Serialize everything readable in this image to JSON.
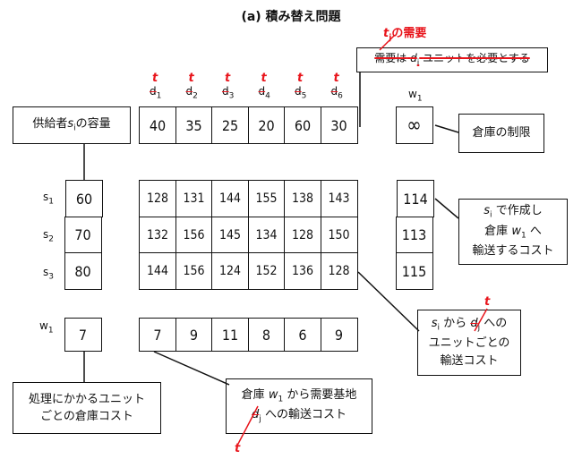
{
  "title": "(a) 積み替え問題",
  "demand_red_label": "t",
  "demand_red_label_sub": "j",
  "demand_red_label_suffix": "の需要",
  "demand_note_prefix": "需要は",
  "demand_note_d": "d",
  "demand_note_sub": "i",
  "demand_note_suffix": "ユニットを必要とする",
  "demand_headers": [
    {
      "t": "t",
      "d": "d",
      "sub": "1"
    },
    {
      "t": "t",
      "d": "d",
      "sub": "2"
    },
    {
      "t": "t",
      "d": "d",
      "sub": "3"
    },
    {
      "t": "t",
      "d": "d",
      "sub": "4"
    },
    {
      "t": "t",
      "d": "d",
      "sub": "5"
    },
    {
      "t": "t",
      "d": "d",
      "sub": "6"
    }
  ],
  "demands": [
    "40",
    "35",
    "25",
    "20",
    "60",
    "30"
  ],
  "warehouse_header": "w",
  "warehouse_header_sub": "1",
  "warehouse_limit": "∞",
  "warehouse_limit_label": "倉庫の制限",
  "supplier_capacity_label_pre": "供給者",
  "supplier_capacity_label_s": "s",
  "supplier_capacity_label_sub": "i",
  "supplier_capacity_label_post": "の容量",
  "suppliers": [
    {
      "label": "s",
      "sub": "1",
      "capacity": "60"
    },
    {
      "label": "s",
      "sub": "2",
      "capacity": "70"
    },
    {
      "label": "s",
      "sub": "3",
      "capacity": "80"
    }
  ],
  "cost_matrix": [
    [
      "128",
      "131",
      "144",
      "155",
      "138",
      "143"
    ],
    [
      "132",
      "156",
      "145",
      "134",
      "128",
      "150"
    ],
    [
      "144",
      "156",
      "124",
      "152",
      "136",
      "128"
    ]
  ],
  "warehouse_costs": [
    "114",
    "113",
    "115"
  ],
  "warehouse_cost_note": [
    "で作成し",
    "倉庫",
    "へ",
    "輸送するコスト"
  ],
  "supplier_to_demand_note": [
    "から",
    "への",
    "ユニットごとの",
    "輸送コスト"
  ],
  "supplier_to_demand_t": "t",
  "w1_label": "w",
  "w1_sub": "1",
  "w1_handling_cost": "7",
  "handling_note": [
    "処理にかかるユニット",
    "ごとの倉庫コスト"
  ],
  "warehouse_to_demand_costs": [
    "7",
    "9",
    "11",
    "8",
    "6",
    "9"
  ],
  "warehouse_to_demand_note": [
    "倉庫",
    "から需要基地",
    "への輸送コスト"
  ],
  "warehouse_to_demand_t": "t"
}
